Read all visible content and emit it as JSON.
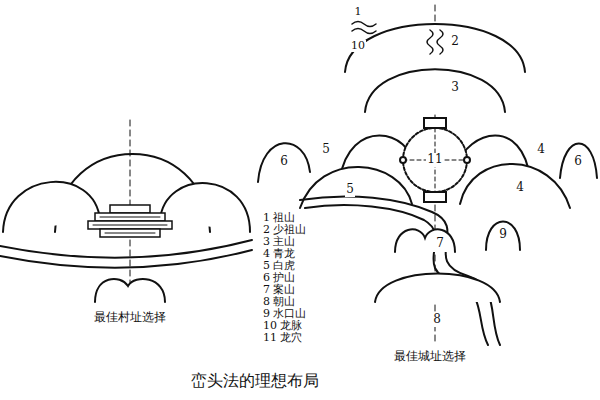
{
  "diagram": {
    "caption": "峦头法的理想布局",
    "labels": [
      "1",
      "10",
      "2",
      "3",
      "11",
      "6",
      "5",
      "5",
      "4",
      "4",
      "6",
      "9",
      "7",
      "8",
      "1 祖山",
      "2 少祖山",
      "3 主山",
      "4 青龙",
      "5 白虎",
      "6 护山",
      "7 案山",
      "8 朝山",
      "9 水口山",
      "10 龙脉",
      "11 龙穴",
      "最佳村址选择",
      "最佳城址选择"
    ]
  }
}
